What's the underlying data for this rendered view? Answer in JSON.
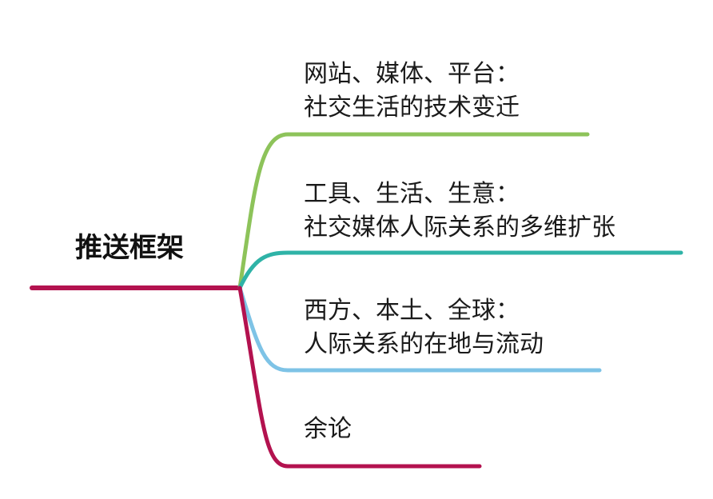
{
  "root": {
    "label": "推送框架",
    "color": "#b3124f"
  },
  "branches": [
    {
      "line1": "网站、媒体、平台：",
      "line2": "社交生活的技术变迁",
      "color": "#8dc35a"
    },
    {
      "line1": "工具、生活、生意：",
      "line2": "社交媒体人际关系的多维扩张",
      "color": "#2fb3a7"
    },
    {
      "line1": "西方、本土、全球：",
      "line2": "人际关系的在地与流动",
      "color": "#7ec3e6"
    },
    {
      "line1": "余论",
      "line2": "",
      "color": "#b3124f"
    }
  ]
}
